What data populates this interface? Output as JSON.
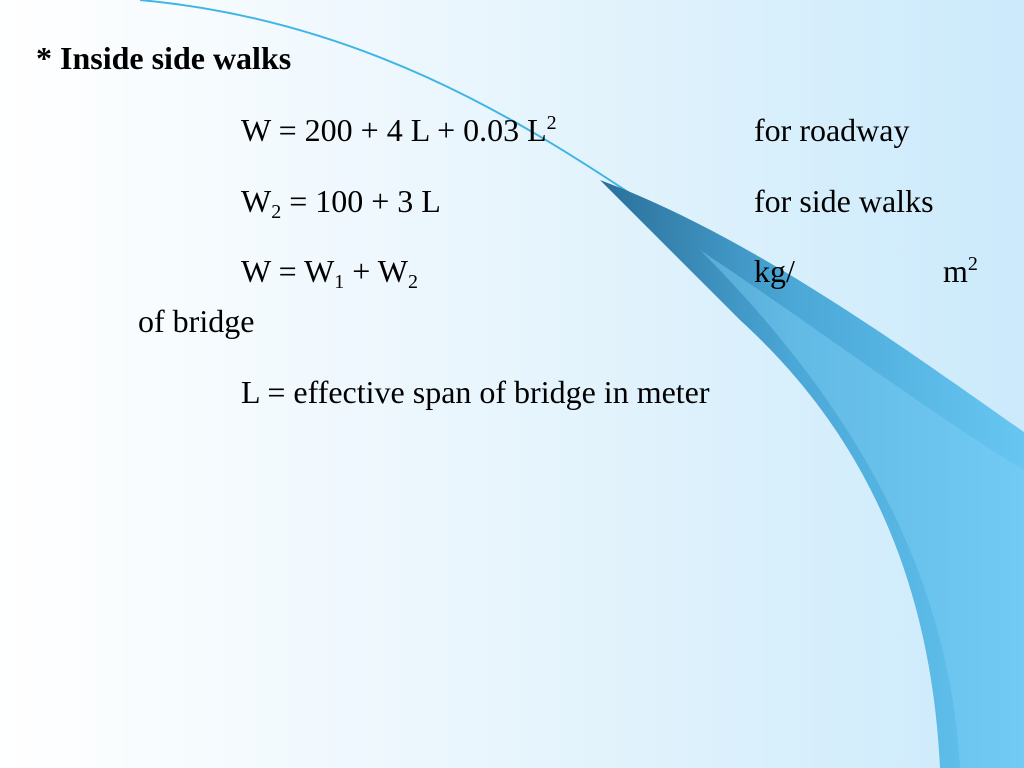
{
  "slide": {
    "heading": "* Inside side walks",
    "lines": [
      {
        "formula_pre": "W = 200 + 4 L + 0.03 L",
        "formula_sup": "2",
        "note": "for roadway"
      },
      {
        "w": "W",
        "w_sub": "2",
        "formula_post": " = 100 + 3 L",
        "note": "for side walks"
      },
      {
        "formula_pre": "W = W",
        "sub1": "1",
        "mid": " + W",
        "sub2": "2",
        "unit_kg": "kg/",
        "unit_m": "m",
        "unit_m_sup": "2",
        "wrap": "of bridge"
      },
      {
        "text": "L = effective span of bridge in meter"
      }
    ]
  },
  "colors": {
    "background_left": "#ffffff",
    "background_right": "#cbeafb",
    "sweep_dark": "#2a6f99",
    "sweep_light": "#67c6f2"
  }
}
